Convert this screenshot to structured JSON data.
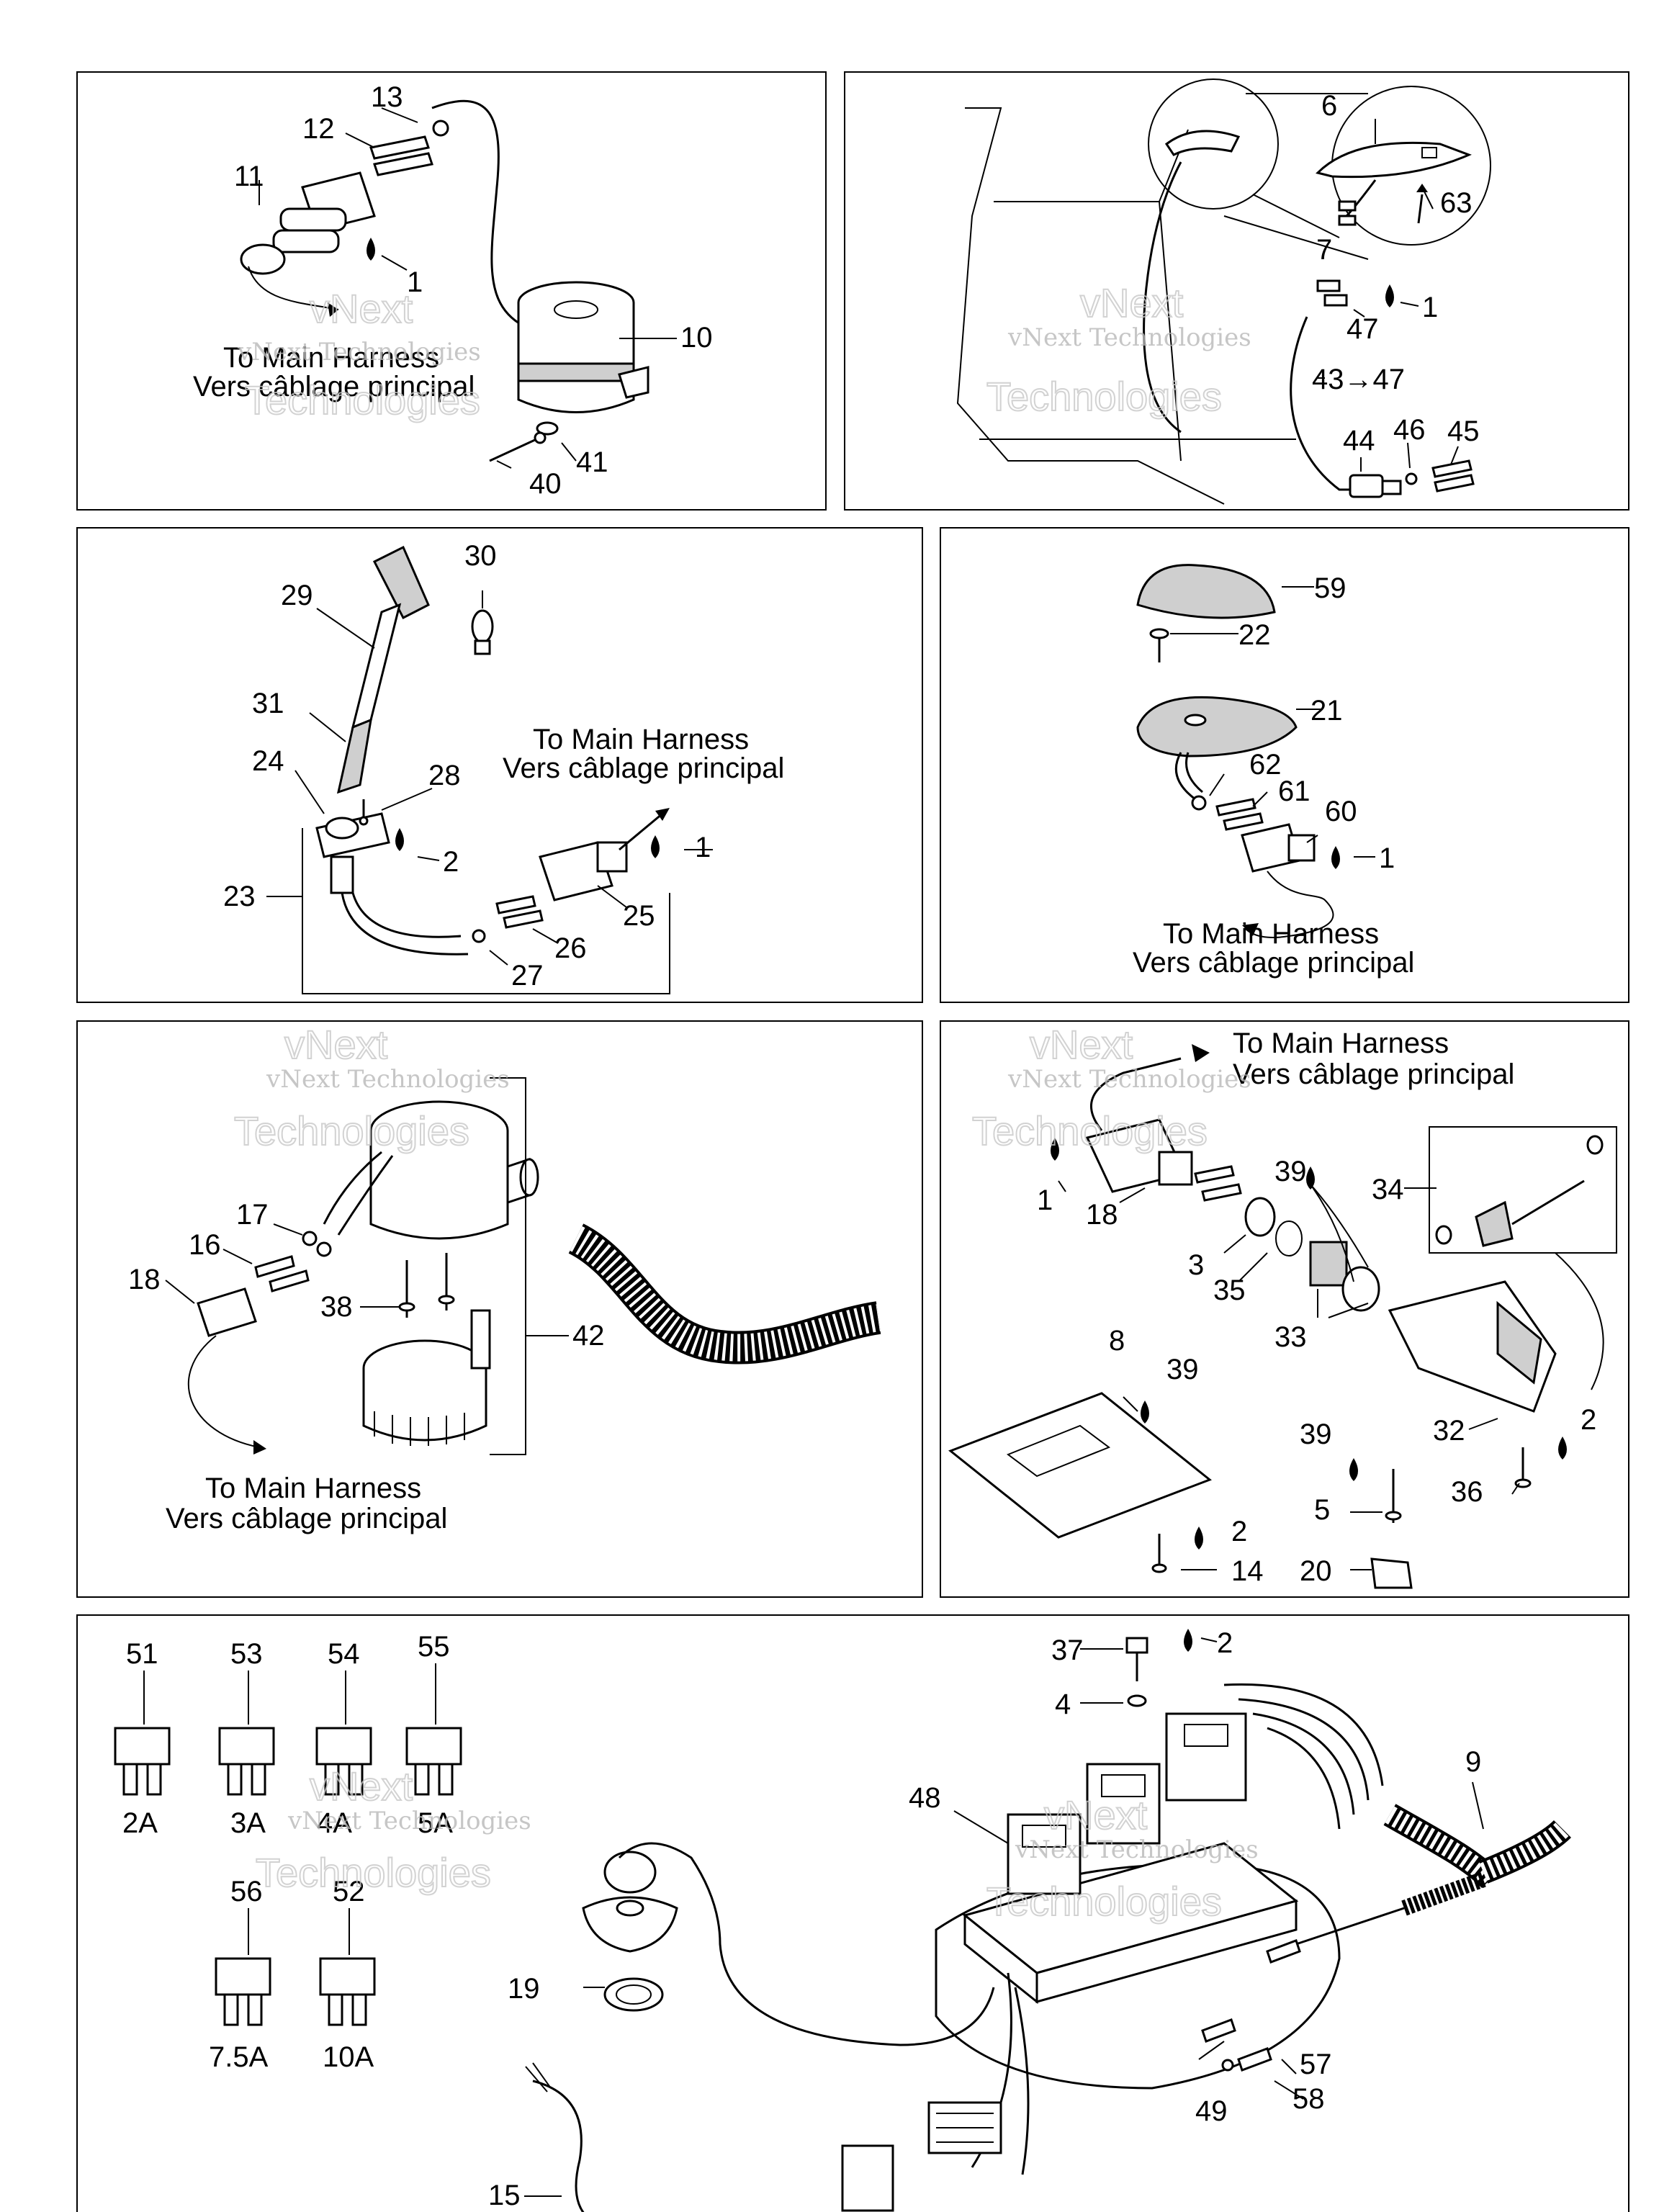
{
  "watermark": {
    "brand": "vNext",
    "line1": "vNext Technologies",
    "line2": "Technologies"
  },
  "destination": {
    "en": "To Main Harness",
    "fr": "Vers câblage principal"
  },
  "panels": [
    {
      "id": "panel-1",
      "callouts": [
        "13",
        "12",
        "11",
        "1",
        "10",
        "41",
        "40"
      ]
    },
    {
      "id": "panel-2",
      "callouts": [
        "6",
        "63",
        "7",
        "1",
        "47",
        "43→47",
        "44",
        "46",
        "45"
      ]
    },
    {
      "id": "panel-3",
      "callouts": [
        "30",
        "29",
        "31",
        "24",
        "28",
        "2",
        "1",
        "23",
        "25",
        "26",
        "27"
      ]
    },
    {
      "id": "panel-4",
      "callouts": [
        "59",
        "22",
        "21",
        "62",
        "61",
        "60",
        "1"
      ]
    },
    {
      "id": "panel-5",
      "callouts": [
        "17",
        "16",
        "18",
        "38",
        "42"
      ]
    },
    {
      "id": "panel-6",
      "callouts": [
        "1",
        "18",
        "39",
        "34",
        "3",
        "35",
        "33",
        "8",
        "39",
        "2",
        "32",
        "39",
        "36",
        "5",
        "2",
        "14",
        "20"
      ]
    },
    {
      "id": "panel-7",
      "callouts": [
        "51",
        "53",
        "54",
        "55",
        "56",
        "52",
        "37",
        "2",
        "4",
        "9",
        "48",
        "19",
        "57",
        "58",
        "49",
        "15"
      ]
    }
  ],
  "fuses": [
    {
      "number": "51",
      "rating": "2A"
    },
    {
      "number": "53",
      "rating": "3A"
    },
    {
      "number": "54",
      "rating": "4A"
    },
    {
      "number": "55",
      "rating": "5A"
    },
    {
      "number": "56",
      "rating": "7.5A"
    },
    {
      "number": "52",
      "rating": "10A"
    }
  ]
}
